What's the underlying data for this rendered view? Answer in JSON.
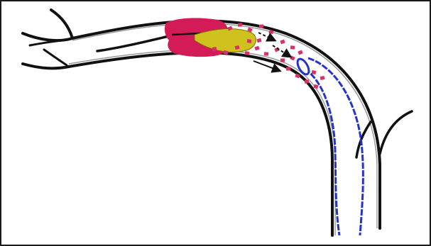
{
  "diagram": {
    "subject": "vessel-occlusion-catheter-aspiration",
    "colors": {
      "background": "#ffffff",
      "frame": "#1a1a1a",
      "vessel_wall": "#111111",
      "vessel_wall_highlight": "#9a9a9a",
      "occlusion": "#d21b57",
      "balloon": "#cfc21f",
      "balloon_outline": "#7a7000",
      "particles": "#d8306a",
      "arrows": "#111111",
      "catheter": "#2433c9"
    },
    "elements": {
      "occlusion_count": 1,
      "balloon_count": 1,
      "flow_arrow_count": 3,
      "catheter_count": 1
    }
  }
}
